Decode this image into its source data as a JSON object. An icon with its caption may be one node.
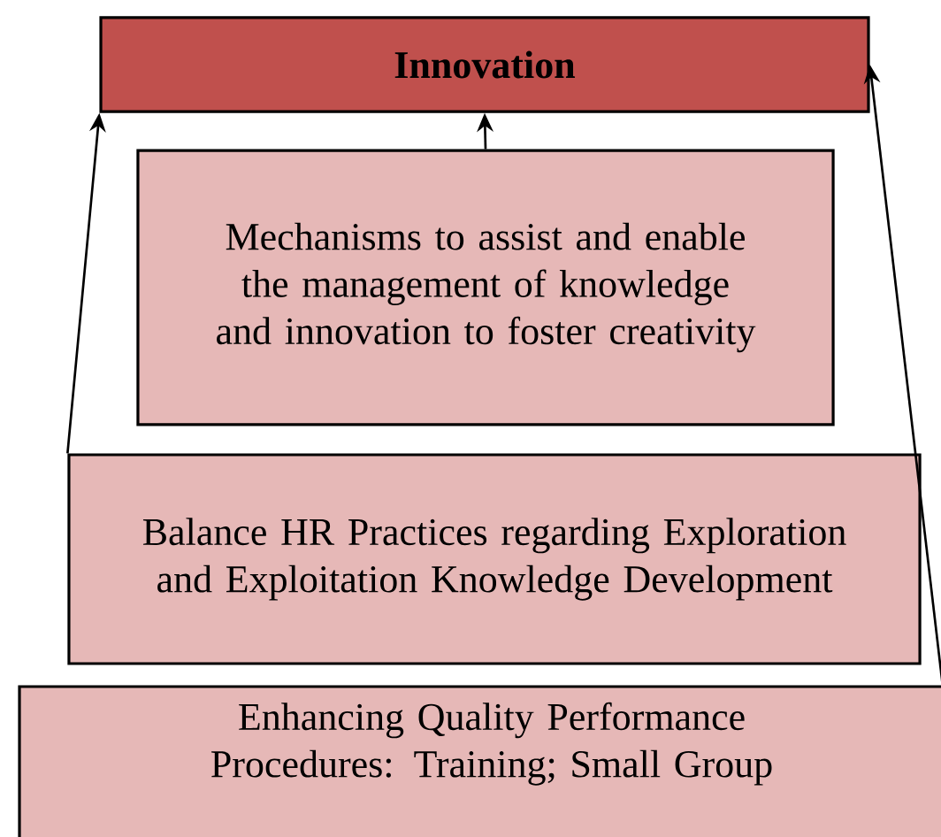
{
  "diagram": {
    "nodes": [
      {
        "text": [
          "Innovation"
        ]
      },
      {
        "text": [
          "Mechanisms to assist and enable the management of knowledge and innovation to foster creativity"
        ]
      },
      {
        "text": [
          "Balance HR Practices regarding Exploration and Exploitation Knowledge Development"
        ]
      },
      {
        "text": [
          "Enhancing Quality Performance Procedures: Training; Small Group"
        ]
      }
    ],
    "edges": [
      {
        "from": 1,
        "to": 0,
        "arrow": "to"
      },
      {
        "from": 2,
        "to": 0,
        "arrow": "to"
      },
      {
        "from": 3,
        "to": 0,
        "arrow": "to"
      }
    ]
  }
}
